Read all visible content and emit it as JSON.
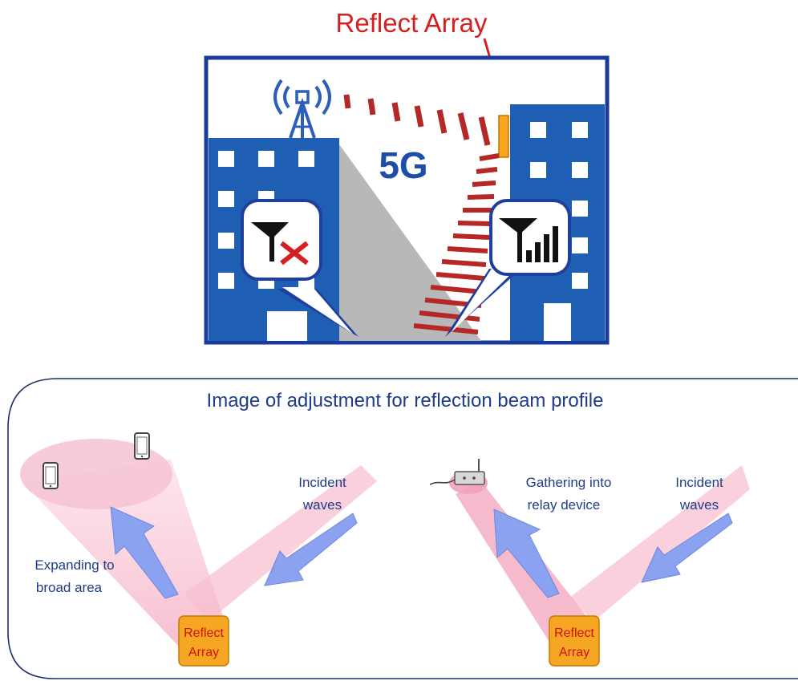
{
  "top": {
    "callout_label": "Reflect Array",
    "network_label": "5G"
  },
  "bottom": {
    "title": "Image of adjustment for reflection beam profile",
    "left": {
      "incident_line1": "Incident",
      "incident_line2": "waves",
      "expand_line1": "Expanding to",
      "expand_line2": "broad area",
      "panel_line1": "Reflect",
      "panel_line2": "Array"
    },
    "right": {
      "incident_line1": "Incident",
      "incident_line2": "waves",
      "gather_line1": "Gathering into",
      "gather_line2": "relay device",
      "panel_line1": "Reflect",
      "panel_line2": "Array"
    }
  },
  "colors": {
    "building_blue": "#1e5fb4",
    "frame_navy": "#1a3a9c",
    "accent_red": "#d42020",
    "stripe_red": "#b42828",
    "reflector_orange": "#f5a623",
    "reflector_yellow": "#f7a51c",
    "text_navy": "#1f3c88",
    "beam_pink": "#f7c6d4",
    "arrow_blue": "#8aa2f0"
  },
  "icons": [
    "antenna-tower-icon",
    "no-signal-icon",
    "full-signal-icon",
    "smartphone-icon",
    "relay-device-icon"
  ]
}
